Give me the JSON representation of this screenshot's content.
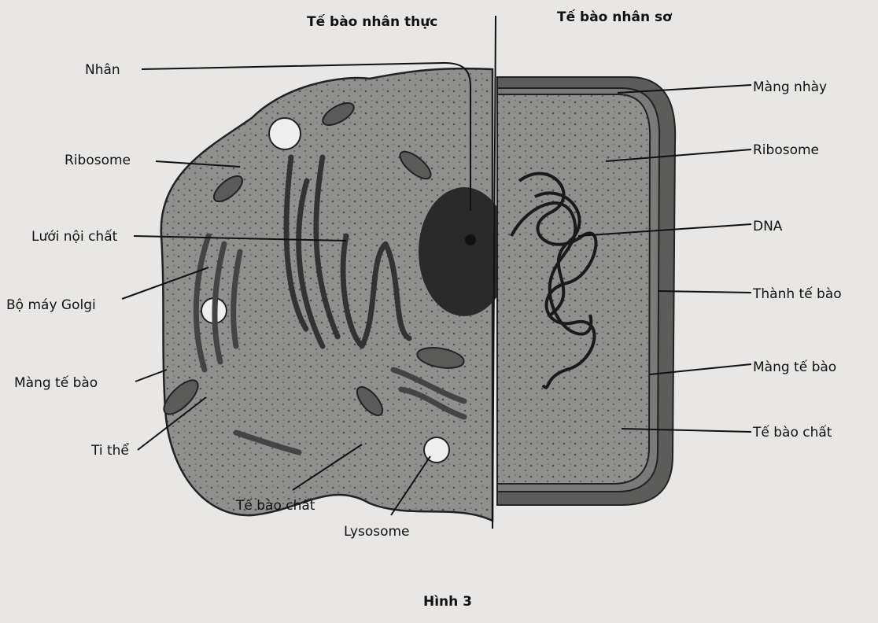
{
  "titles": {
    "eukaryote": "Tế bào nhân thực",
    "prokaryote": "Tế bào nhân sơ"
  },
  "eukaryote_labels": {
    "nucleus": "Nhân",
    "ribosome": "Ribosome",
    "er": "Lưới nội chất",
    "golgi": "Bộ máy Golgi",
    "membrane": "Màng tế bào",
    "mitochondria": "Ti thể",
    "cytoplasm": "Tế bào chất",
    "lysosome": "Lysosome"
  },
  "prokaryote_labels": {
    "capsule": "Màng nhày",
    "ribosome": "Ribosome",
    "dna": "DNA",
    "cell_wall": "Thành tế bào",
    "membrane": "Màng tế bào",
    "cytoplasm": "Tế bào chất"
  },
  "caption": "Hình 3",
  "colors": {
    "cytoplasm": "#8f8f8d",
    "wall": "#5c5c5a",
    "nucleus": "#2a2a2a"
  }
}
